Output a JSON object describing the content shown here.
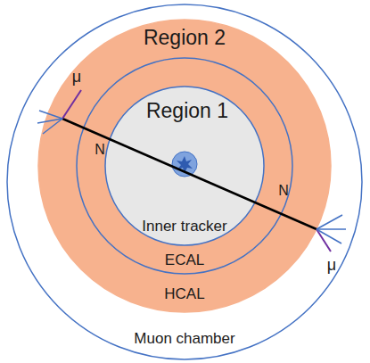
{
  "diagram": {
    "nodes": [
      {
        "text": [
          "Muon chamber"
        ]
      },
      {
        "text": [
          "Region 2",
          "HCAL"
        ],
        "in": 0
      },
      {
        "text": [
          "ECAL"
        ],
        "in": 1
      },
      {
        "text": [
          "Region 1",
          "Inner tracker"
        ],
        "in": 2
      }
    ],
    "labels": [
      "N",
      "N",
      "μ",
      "μ"
    ]
  }
}
